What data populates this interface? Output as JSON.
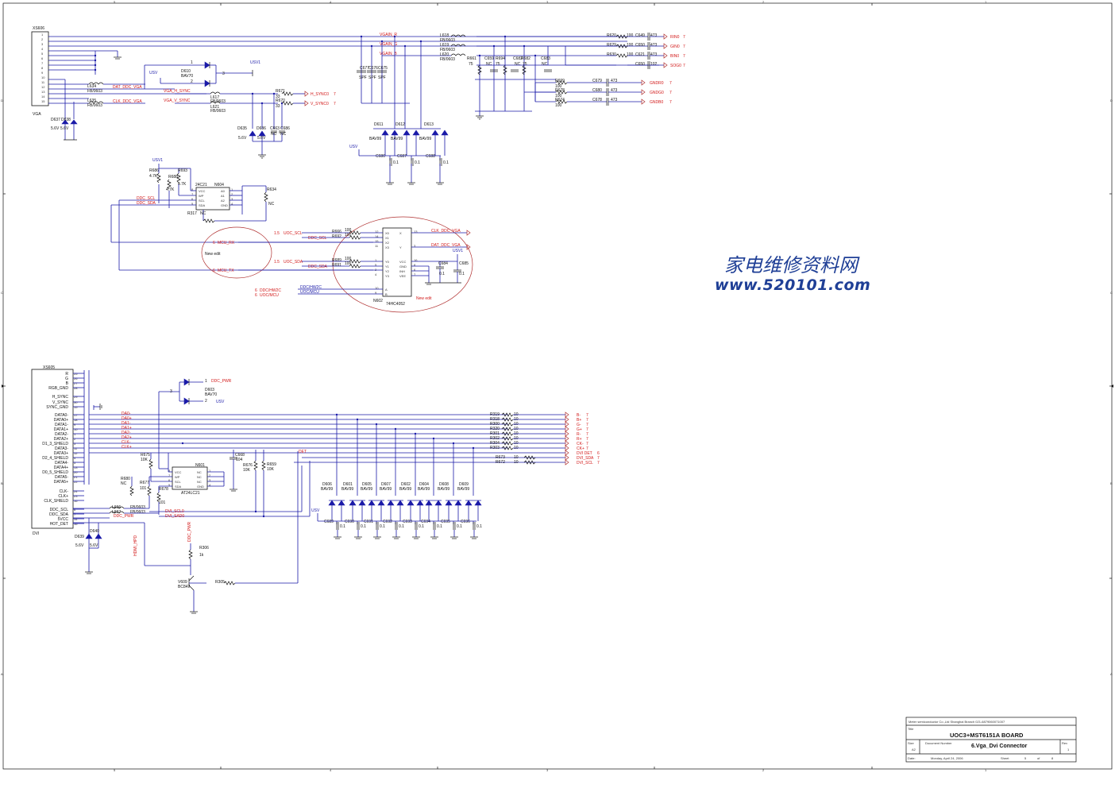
{
  "border": {
    "top_ticks": [
      "5",
      "4",
      "3",
      "2",
      "1"
    ],
    "side_ticks": [
      "D",
      "C",
      "B",
      "A"
    ]
  },
  "vga": {
    "connector_ref": "XS606",
    "connector_label": "VGA",
    "pins": [
      "1",
      "2",
      "3",
      "4",
      "5",
      "6",
      "7",
      "8",
      "9",
      "10",
      "11",
      "12",
      "13",
      "14",
      "15"
    ],
    "nets": {
      "vgain_r": "VGAIN_R",
      "vgain_g": "VGAIN_G",
      "vgain_b": "VGAIN_B",
      "dat_ddc": "DAT_DDC_VGA",
      "clk_ddc": "CLK_DDC_VGA",
      "hsync": "VGA_H_SYNC",
      "vsync": "VGA_V_SYNC",
      "usv1": "USV1",
      "usv": "USV"
    },
    "ferrites": [
      {
        "ref": "L618",
        "part": "FB/0603"
      },
      {
        "ref": "L619",
        "part": "FB/0603"
      },
      {
        "ref": "L620",
        "part": "FB/0603"
      },
      {
        "ref": "L634",
        "part": "FB/0603"
      },
      {
        "ref": "L635",
        "part": "FB/0603"
      },
      {
        "ref": "L617",
        "part": "FB/0603"
      },
      {
        "ref": "L621",
        "part": "FB/0603"
      }
    ],
    "d610": {
      "ref": "D610",
      "part": "BAV70",
      "pin1": "1",
      "pin2": "2",
      "pin3": "3"
    },
    "out_rgb": [
      {
        "r": "R620",
        "rv": "100",
        "c": "C649",
        "cv": "473",
        "net": "RIN0",
        "page": "7"
      },
      {
        "r": "R629",
        "rv": "100",
        "c": "C650",
        "cv": "473",
        "net": "GIN0",
        "page": "7"
      },
      {
        "r": "R630",
        "rv": "100",
        "c": "C621",
        "cv": "473",
        "net": "BIN0",
        "page": "7"
      },
      {
        "r": "",
        "rv": "",
        "c": "C650",
        "cv": "102",
        "net": "SOG0",
        "page": "7"
      }
    ],
    "out_gnd": [
      {
        "r": "R699",
        "rv": "100",
        "c": "C679",
        "cv": "473",
        "net": "GNDR0",
        "page": "7"
      },
      {
        "r": "R678",
        "rv": "100",
        "c": "C680",
        "cv": "473",
        "net": "GNDG0",
        "page": "7"
      },
      {
        "r": "R674",
        "rv": "100",
        "c": "C678",
        "cv": "473",
        "net": "GNDB0",
        "page": "7"
      }
    ],
    "sync_out": [
      {
        "r": "R671",
        "rv": "33",
        "net": "H_SYNC0",
        "page": "7"
      },
      {
        "r": "R670",
        "rv": "33",
        "net": "V_SYNC0",
        "page": "7"
      }
    ],
    "term": [
      {
        "r": "R661",
        "rv": "75"
      },
      {
        "c": "C659",
        "cv": "NC"
      },
      {
        "r": "R694",
        "rv": "75"
      },
      {
        "c": "C682",
        "cv": "NC"
      },
      {
        "r": "R682",
        "rv": "75"
      },
      {
        "c": "C683",
        "cv": "NC"
      }
    ],
    "caps_spf": [
      {
        "ref": "C677",
        "v": "SPF"
      },
      {
        "ref": "C676",
        "v": "SPF"
      },
      {
        "ref": "C675",
        "v": "SPF"
      }
    ],
    "esd": [
      {
        "ref": "D611",
        "part": "BAV99"
      },
      {
        "ref": "D612",
        "part": "BAV99"
      },
      {
        "ref": "D613",
        "part": "BAV99"
      }
    ],
    "esd_caps": [
      {
        "ref": "C686",
        "v": "0.1"
      },
      {
        "ref": "C687",
        "v": "0.1"
      },
      {
        "ref": "C688",
        "v": "0.1"
      }
    ],
    "zeners": [
      {
        "ref": "D637",
        "v": "5.6V"
      },
      {
        "ref": "D638",
        "v": "5.6V"
      },
      {
        "ref": "D635",
        "v": "5.6V"
      },
      {
        "ref": "D636",
        "v": "5.6V"
      }
    ],
    "sync_caps": [
      {
        "ref": "C663",
        "v": "NC"
      },
      {
        "ref": "C686",
        "v": "NC"
      }
    ]
  },
  "eeprom_vga": {
    "ref": "N604",
    "part": "24C21",
    "pins_l": [
      "VCC",
      "WP",
      "SCL",
      "SDA"
    ],
    "pins_r": [
      "A0",
      "A1",
      "A2",
      "GND"
    ],
    "pin_nums_l": [
      "8",
      "7",
      "6",
      "5"
    ],
    "pin_nums_r": [
      "1",
      "2",
      "3",
      "4"
    ],
    "r686": "R686",
    "r686v": "4.7K",
    "r693": "R693",
    "r693v": "4.7K",
    "r688": "R688",
    "r688v": "4.7K",
    "r317": "R317",
    "r317v": "NC",
    "r634": "R634",
    "r634v": "NC",
    "ddc_scl": "DDC_SCL",
    "ddc_sda": "DDC_SDA",
    "usv1": "USV1"
  },
  "mux": {
    "ref": "N602",
    "part": "74HC4052",
    "pins_l": [
      "X0",
      "X1",
      "X2",
      "X3",
      "Y0",
      "Y1",
      "Y2",
      "Y3",
      "A",
      "B"
    ],
    "pin_nums_l": [
      "12",
      "14",
      "15",
      "11",
      "1",
      "5",
      "2",
      "4",
      "10",
      "9"
    ],
    "pins_r": [
      "X",
      "Y",
      "VCC",
      "GND",
      "INH",
      "VEE"
    ],
    "pin_nums_r": [
      "13",
      "3",
      "16",
      "8",
      "6",
      "7"
    ],
    "nets_l": [
      {
        "page": "1.5",
        "net": "UOC_SCL",
        "r": "R666",
        "rv": "100"
      },
      {
        "page": "",
        "net": "DDC_SCL",
        "r": "R692",
        "rv": "100"
      },
      {
        "page": "6",
        "net": "MCU_RX",
        "r": "",
        "rv": ""
      },
      {
        "page": "1.5",
        "net": "UOC_SDA",
        "r": "R689",
        "rv": "100"
      },
      {
        "page": "",
        "net": "DDC_SDA",
        "r": "R691",
        "rv": "100"
      },
      {
        "page": "6",
        "net": "MCU_TX",
        "r": "",
        "rv": ""
      }
    ],
    "sel": [
      {
        "page": "6",
        "net": "DDC/HW2C"
      },
      {
        "page": "6",
        "net": "UOC/MCU"
      }
    ],
    "clk": "CLK_DDC_VGA",
    "dat": "DAT_DDC_VGA",
    "usv1": "USV1",
    "c684": "C684",
    "c684v": "0.1",
    "c685": "C685",
    "c685v": "0.1",
    "new_edit_1": "New edit",
    "new_edit_2": "New edit"
  },
  "watermark": {
    "cn": "家电维修资料网",
    "url": "www.520101.com"
  },
  "dvi": {
    "connector_ref": "XS605",
    "connector_label": "DVI",
    "pin_labels": [
      "R",
      "G",
      "B",
      "RGB_GND",
      "H_SYNC",
      "V_SYNC",
      "SYNC_GND",
      "DATA0-",
      "DATA0+",
      "DATA1-",
      "DATA1+",
      "DATA2-",
      "DATA2+",
      "D1_3_SHIELD",
      "DATA3-",
      "DATA3+",
      "D2_4_SHIELD",
      "DATA4-",
      "DATA4+",
      "D0_5_SHIELD",
      "DATA5-",
      "DATA5+",
      "CLK-",
      "CLK+",
      "CLK_SHIELD",
      "DDC_SCL",
      "DDC_SDA",
      "5VCC",
      "HOT_DET"
    ],
    "pin_nums": [
      "25",
      "26",
      "27",
      "28",
      "29",
      "30",
      "15",
      "17",
      "18",
      "9",
      "10",
      "1",
      "2",
      "3",
      "11",
      "12",
      "4",
      "5",
      "13",
      "20",
      "21",
      "22",
      "24",
      "23",
      "16",
      "6",
      "7",
      "14",
      "16"
    ],
    "lines": [
      {
        "net": "DA0-",
        "r": "R319",
        "rv": "10",
        "out": "B-",
        "page": "7"
      },
      {
        "net": "DA0+",
        "r": "R318",
        "rv": "10",
        "out": "B+",
        "page": "7"
      },
      {
        "net": "DA1-",
        "r": "R300",
        "rv": "10",
        "out": "G-",
        "page": "7"
      },
      {
        "net": "DA1+",
        "r": "R320",
        "rv": "10",
        "out": "G+",
        "page": "7"
      },
      {
        "net": "DA2-",
        "r": "R301",
        "rv": "10",
        "out": "R-",
        "page": "7"
      },
      {
        "net": "DA2+",
        "r": "R302",
        "rv": "10",
        "out": "R+",
        "page": "7"
      },
      {
        "net": "CLK-",
        "r": "R304",
        "rv": "10",
        "out": "CK-",
        "page": "7"
      },
      {
        "net": "CLK+",
        "r": "R303",
        "rv": "10",
        "out": "CK+",
        "page": "7"
      }
    ],
    "aux": [
      {
        "net": "DET",
        "r": "",
        "rv": "",
        "out": "DVI DET",
        "page": "6"
      },
      {
        "net": "",
        "r": "R673",
        "rv": "10",
        "out": "DVI_SDA",
        "page": "7"
      },
      {
        "net": "",
        "r": "R672",
        "rv": "10",
        "out": "DVI_SCL",
        "page": "7"
      }
    ],
    "d603": {
      "ref": "D603",
      "part": "BAV70",
      "p1": "1",
      "p2": "2",
      "p3": "3",
      "net1": "DDC_PWR",
      "net2": "USV"
    },
    "eeprom": {
      "ref": "N601",
      "part": "AT24LC21",
      "pins_l": [
        "VCC",
        "WP",
        "SCL",
        "SDA"
      ],
      "pins_r": [
        "NC",
        "NC",
        "NC",
        "GND"
      ],
      "pin_nums_l": [
        "8",
        "7",
        "6",
        "5"
      ],
      "pin_nums_r": [
        "1",
        "2",
        "3",
        "4"
      ],
      "r675": "R675",
      "r675v": "10K",
      "r680": "R680",
      "r680v": "NC",
      "r677": "R677",
      "r677v": "101",
      "r678": "R678",
      "r678v": "101",
      "c668": "C668",
      "c668v": "104",
      "r676": "R676",
      "r676v": "10K",
      "r659": "R659",
      "r659v": "10K"
    },
    "ferrites": [
      {
        "ref": "L636",
        "part": "FB/0603"
      },
      {
        "ref": "L637",
        "part": "FB/0603"
      }
    ],
    "ddc_nets": [
      "DVI_SCL0",
      "DVI_SAD0",
      "DDC_PWR"
    ],
    "esd": [
      {
        "ref": "D606",
        "part": "BAV99"
      },
      {
        "ref": "D601",
        "part": "BAV99"
      },
      {
        "ref": "D605",
        "part": "BAV99"
      },
      {
        "ref": "D607",
        "part": "BAV99"
      },
      {
        "ref": "D602",
        "part": "BAV99"
      },
      {
        "ref": "D604",
        "part": "BAV99"
      },
      {
        "ref": "D608",
        "part": "BAV99"
      },
      {
        "ref": "D609",
        "part": "BAV99"
      }
    ],
    "esd_caps": [
      {
        "ref": "C689",
        "v": "0.1"
      },
      {
        "ref": "C690",
        "v": "0.1"
      },
      {
        "ref": "C691",
        "v": "0.1"
      },
      {
        "ref": "C692",
        "v": "0.1"
      },
      {
        "ref": "C693",
        "v": "0.1"
      },
      {
        "ref": "C694",
        "v": "0.1"
      },
      {
        "ref": "C695",
        "v": "0.1"
      },
      {
        "ref": "C696",
        "v": "0.1"
      }
    ],
    "usv": "USV",
    "zeners": [
      {
        "ref": "D639",
        "v": "5.6V"
      },
      {
        "ref": "D640",
        "v": "5.6V"
      }
    ],
    "hdmi_hpd": "HDMI_HPD",
    "ddc_pwr_v": "DDC_PWR",
    "r306": "R306",
    "r306v": "1k",
    "q": {
      "ref": "V609",
      "part": "BC847"
    },
    "r305": "R305"
  },
  "title_block": {
    "company": "Meter semiconductor Co.,Ltd Shanghai Branch 021-6879060071007",
    "title_label": "Title",
    "title": "UOC3+MST6151A BOARD",
    "size_label": "Size",
    "size": "A2",
    "docnum_label": "Document Number",
    "docnum": "6.Vga_Dvi Connector",
    "rev_label": "Rev",
    "rev": "1",
    "date_label": "Date:",
    "date": "Monday, April 24, 2006",
    "sheet_label": "Sheet",
    "sheet": "5",
    "of_label": "of",
    "of": "8"
  }
}
